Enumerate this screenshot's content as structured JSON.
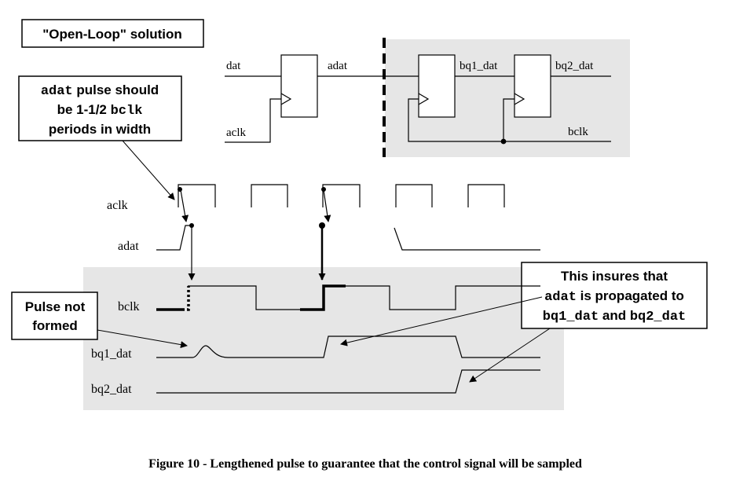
{
  "title": "\"Open-Loop\" solution",
  "schematic": {
    "labels": {
      "dat": "dat",
      "aclk": "aclk",
      "adat": "adat",
      "bq1_dat": "bq1_dat",
      "bq2_dat": "bq2_dat",
      "bclk": "bclk"
    }
  },
  "callouts": {
    "pulse_width": {
      "line1_mono": "adat",
      "line1_rest": " pulse should",
      "line2_a": "be 1-1/2 ",
      "line2_mono": "bclk",
      "line3": "periods in width"
    },
    "not_formed": {
      "line1": "Pulse not",
      "line2": "formed"
    },
    "insures": {
      "line1": "This insures that",
      "line2_mono": "adat",
      "line2_rest": " is propagated to",
      "line3_mono_a": "bq1_dat",
      "line3_and": " and ",
      "line3_mono_b": "bq2_dat"
    }
  },
  "waveforms": {
    "aclk": "aclk",
    "adat": "adat",
    "bclk": "bclk",
    "bq1_dat": "bq1_dat",
    "bq2_dat": "bq2_dat"
  },
  "caption": "Figure 10 - Lengthened pulse to guarantee that the control signal will be sampled",
  "colors": {
    "shade": "#e6e6e6",
    "line": "#000000"
  }
}
